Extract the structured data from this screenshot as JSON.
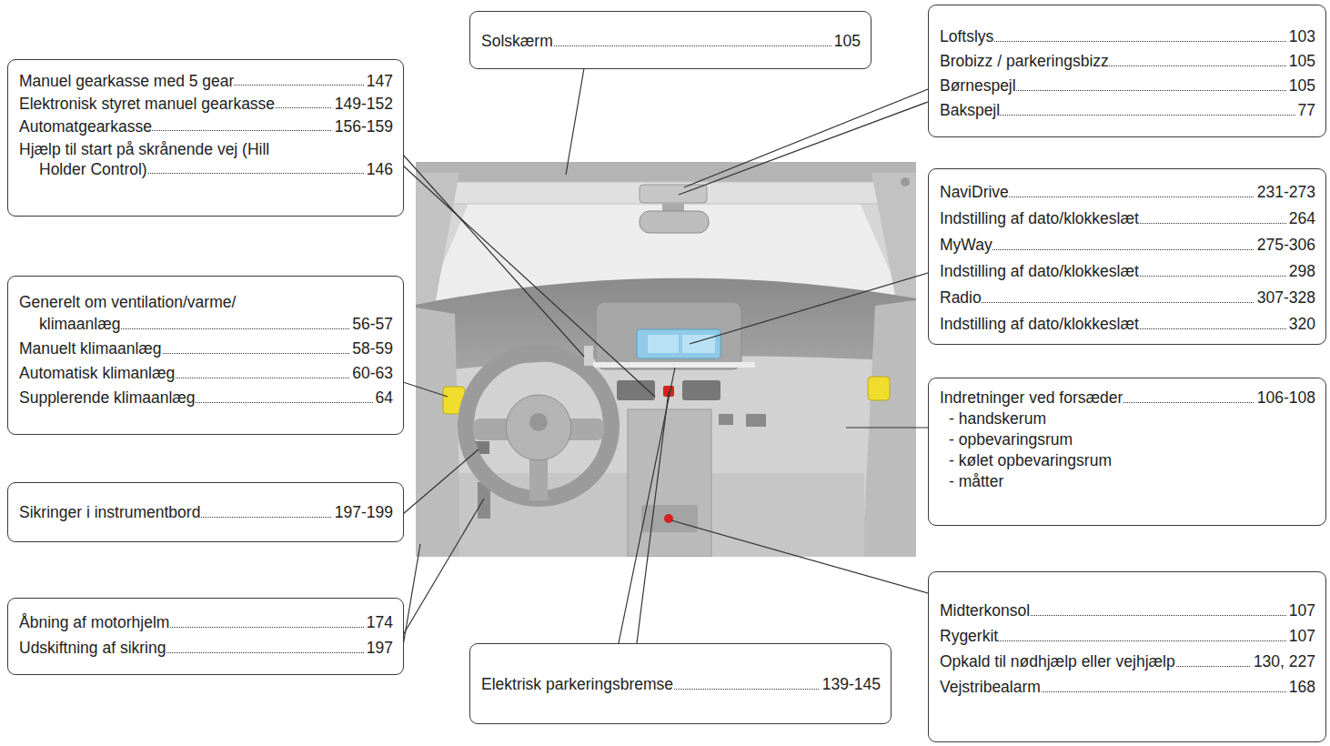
{
  "diagram": {
    "nodes": [
      {
        "text": [
          "Manuel gearkasse med 5 gear",
          "147",
          "Elektronisk styret manuel gearkasse",
          "149-152",
          "Automatgearkasse",
          "156-159",
          "Hjælp til start på skrånende vej (Hill Holder Control)",
          "146"
        ]
      },
      {
        "text": [
          "Solskærm",
          "105"
        ]
      },
      {
        "text": [
          "Loftslys",
          "103",
          "Brobizz / parkeringsbizz",
          "105",
          "Børnespejl",
          "105",
          "Bakspejl",
          "77"
        ]
      },
      {
        "text": [
          "NaviDrive",
          "231-273",
          "Indstilling af dato/klokkeslæt",
          "264",
          "MyWay",
          "275-306",
          "Indstilling af dato/klokkeslæt",
          "298",
          "Radio",
          "307-328",
          "Indstilling af dato/klokkeslæt",
          "320"
        ]
      },
      {
        "text": [
          "Generelt om ventilation/varme/ klimaanlæg",
          "56-57",
          "Manuelt klimaanlæg",
          "58-59",
          "Automatisk klimanlæg",
          "60-63",
          "Supplerende klimaanlæg",
          "64"
        ]
      },
      {
        "text": [
          "Indretninger ved forsæder",
          "106-108",
          "- handskerum",
          "- opbevaringsrum",
          "- kølet opbevaringsrum",
          "- måtter"
        ]
      },
      {
        "text": [
          "Sikringer i instrumentbord",
          "197-199"
        ]
      },
      {
        "text": [
          "Midterkonsol",
          "107",
          "Rygerkit",
          "107",
          "Opkald til nødhjælp eller vejhjælp",
          "130, 227",
          "Vejstribealarm",
          "168"
        ]
      },
      {
        "text": [
          "Åbning af motorhjelm",
          "174",
          "Udskiftning af sikring",
          "197"
        ]
      },
      {
        "text": [
          "Elektrisk parkeringsbremse",
          "139-145"
        ]
      }
    ]
  }
}
